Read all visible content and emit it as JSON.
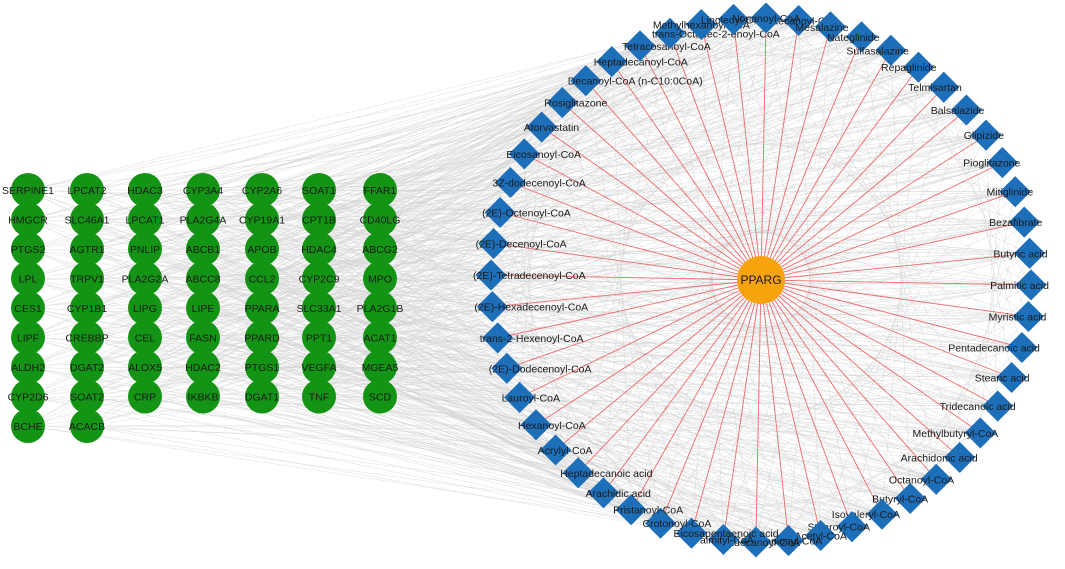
{
  "colors": {
    "target_fill": "#f7a30e",
    "gene_fill": "#149414",
    "compound_fill": "#1e6fb9",
    "target_edge": "#ee6b6b",
    "background_edge": "#cfcfcf",
    "label_text": "#1a1a1a"
  },
  "target": {
    "label": "PPARG"
  },
  "genes": {
    "columns": [
      [
        "SERPINE1",
        "HMGCR",
        "PTGS2",
        "LPL",
        "CES1",
        "LIPF",
        "ALDH2",
        "CYP2D6",
        "BCHE"
      ],
      [
        "LPCAT2",
        "SLC46A1",
        "AGTR1",
        "TRPV1",
        "CYP1B1",
        "CREBBP",
        "DGAT2",
        "SOAT2",
        "ACACB"
      ],
      [
        "HDAC3",
        "LPCAT1",
        "PNLIP",
        "PLA2G2A",
        "LIPG",
        "CEL",
        "ALOX5",
        "CRP"
      ],
      [
        "CYP3A4",
        "PLA2G4A",
        "ABCB1",
        "ABCC8",
        "LIPE",
        "FASN",
        "HDAC2",
        "IKBKB"
      ],
      [
        "CYP2A6",
        "CYP19A1",
        "APOB",
        "CCL2",
        "PPARA",
        "PPARD",
        "PTGS1",
        "DGAT1"
      ],
      [
        "SOAT1",
        "CPT1B",
        "HDAC4",
        "CYP2C9",
        "SLC33A1",
        "PPT1",
        "VEGFA",
        "TNF"
      ],
      [
        "FFAR1",
        "CD40LG",
        "ABCG2",
        "MPO",
        "PLA2G1B",
        "ACAT1",
        "MGEA5",
        "SCD"
      ]
    ]
  },
  "compounds": {
    "items": [
      "Undecanoyl-CoA",
      "Mesalazine",
      "Nateglinide",
      "Sulfasalazine",
      "Repaglinide",
      "Telmisartan",
      "Balsalazide",
      "Glipizide",
      "Pioglitazone",
      "Mitiglinide",
      "Bezafibrate",
      "Butyric acid",
      "Palmitic acid",
      "Myristic acid",
      "Pentadecanoic acid",
      "Stearic acid",
      "Tridecanoic acid",
      "Methylbutyryl-CoA",
      "Arachidonic acid",
      "Octanoyl-CoA",
      "Butyryl-CoA",
      "Isovaleryl-CoA",
      "Stearoyl-CoA",
      "Acetyl-CoA",
      "Propionyl-CoA",
      "Octadecanoyl-CoA",
      "Palmityl-CoA",
      "Eicosapentaenoic acid",
      "Crotonoyl-CoA",
      "Pristanoyl-CoA",
      "Arachidic acid",
      "Heptadecanoic acid",
      "Acrylyl-CoA",
      "Hexanoyl-CoA",
      "Lauroyl-CoA",
      "(2E)-Dodecenoyl-CoA",
      "trans-2-Hexenoyl-CoA",
      "(2E)-Hexadecenoyl-CoA",
      "(2E)-Tetradecenoyl-CoA",
      "(2E)-Decenoyl-CoA",
      "(2E)-Octenoyl-CoA",
      "3Z-dodecenoyl-CoA",
      "Eicosanoyl-CoA",
      "Atorvastatin",
      "Rosiglitazone",
      "Decanoyl-CoA (n-C10:0CoA)",
      "Heptadecanoyl-CoA",
      "Tetracosanoyl-CoA",
      "trans-Octadec-2-enoyl-CoA",
      "Methylhexanoyl-CoA",
      "Linoleoyl-CoA",
      "Nonanoyl-CoA"
    ]
  }
}
